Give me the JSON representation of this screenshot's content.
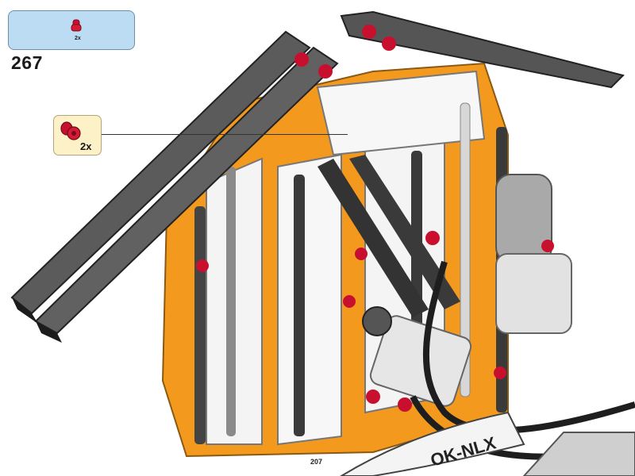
{
  "parts_box": {
    "quantity": "2x",
    "part_icon": "red-axle-connector-icon",
    "color": "#c8102e"
  },
  "step": {
    "number": "267"
  },
  "callout": {
    "quantity": "2x",
    "part_icon": "red-axle-connector-icon",
    "background": "#fdf1c8"
  },
  "model_label": "OK-NLX",
  "page": {
    "number": "207"
  },
  "colors": {
    "orange": "#f39a1e",
    "white": "#ffffff",
    "dark_gray": "#4a4a4a",
    "red": "#c8102e",
    "box_blue": "#bcdcf4"
  }
}
